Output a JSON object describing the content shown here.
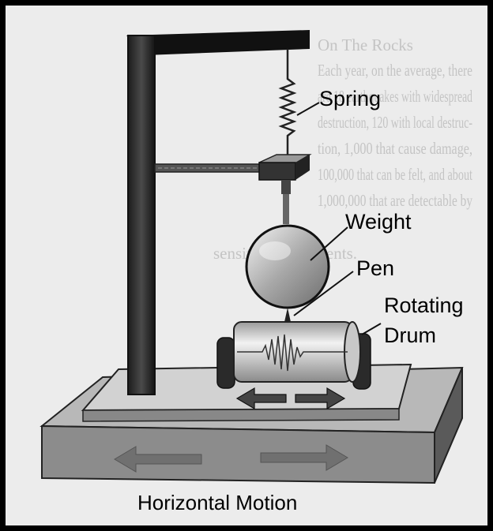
{
  "labels": {
    "spring": "Spring",
    "weight": "Weight",
    "pen": "Pen",
    "rotating_drum_line1": "Rotating",
    "rotating_drum_line2": "Drum",
    "caption": "Horizontal Motion"
  },
  "background_text_lines": [
    "On The Rocks",
    "Each year, on the average, there",
    "are 18 earthquakes with widespread",
    "destruction, 120 with local destruc-",
    "tion, 1,000 that cause damage,",
    "100,000 that can be felt, and about",
    "1,000,000 that are detectable by",
    "sensitive instruments."
  ],
  "colors": {
    "border": "#000000",
    "paper": "#ececec",
    "background_text": "#c4c4c4",
    "label_text": "#000000"
  }
}
